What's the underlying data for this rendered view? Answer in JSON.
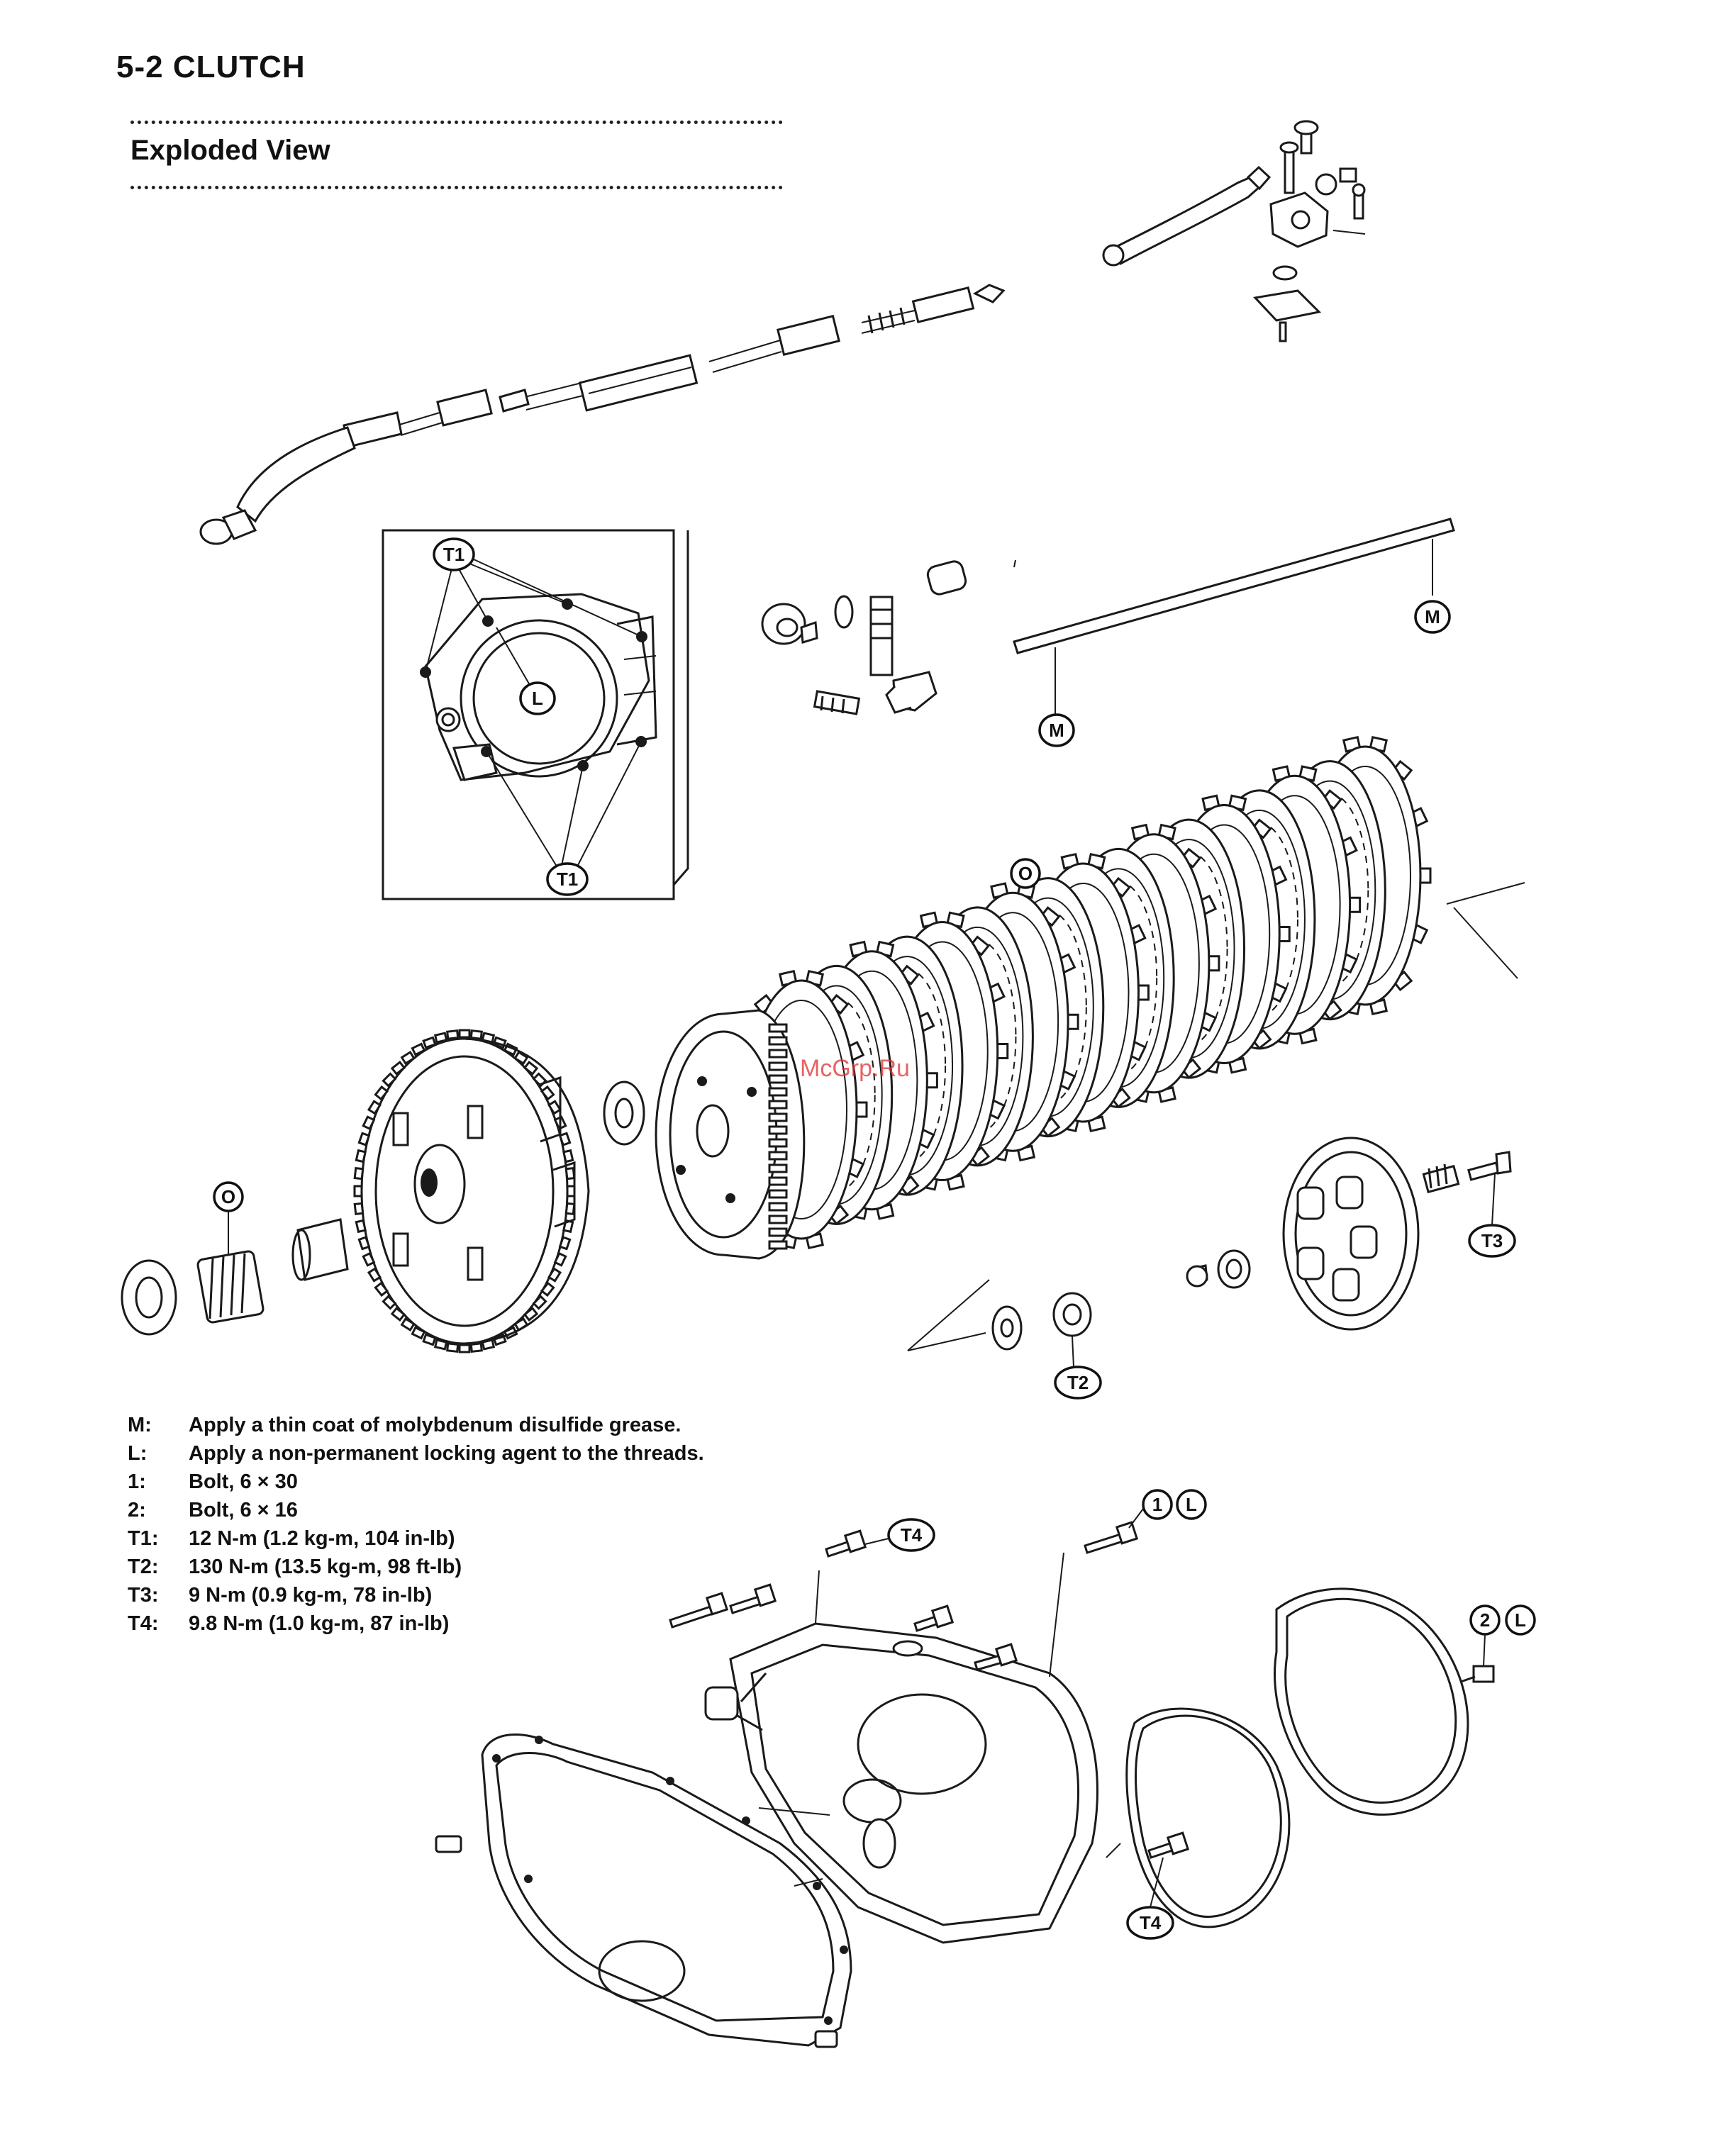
{
  "header": {
    "page_label": "5-2 CLUTCH"
  },
  "section": {
    "title": "Exploded View"
  },
  "callouts": {
    "T1": "T1",
    "T2": "T2",
    "T3": "T3",
    "T4": "T4",
    "M": "M",
    "L": "L",
    "O": "O",
    "one": "1",
    "two": "2"
  },
  "legend": [
    {
      "key": "M:",
      "text": "Apply a thin coat of molybdenum disulfide grease."
    },
    {
      "key": "L:",
      "text": "Apply a non-permanent locking agent to the threads."
    },
    {
      "key": "1:",
      "text": "Bolt, 6 × 30"
    },
    {
      "key": "2:",
      "text": "Bolt, 6 × 16"
    },
    {
      "key": "T1:",
      "text": "12 N-m (1.2 kg-m, 104 in-lb)"
    },
    {
      "key": "T2:",
      "text": "130 N-m (13.5 kg-m, 98 ft-lb)"
    },
    {
      "key": "T3:",
      "text": "9 N-m (0.9 kg-m, 78 in-lb)"
    },
    {
      "key": "T4:",
      "text": "9.8 N-m (1.0 kg-m, 87 in-lb)"
    }
  ],
  "watermark": "McGrp.Ru"
}
